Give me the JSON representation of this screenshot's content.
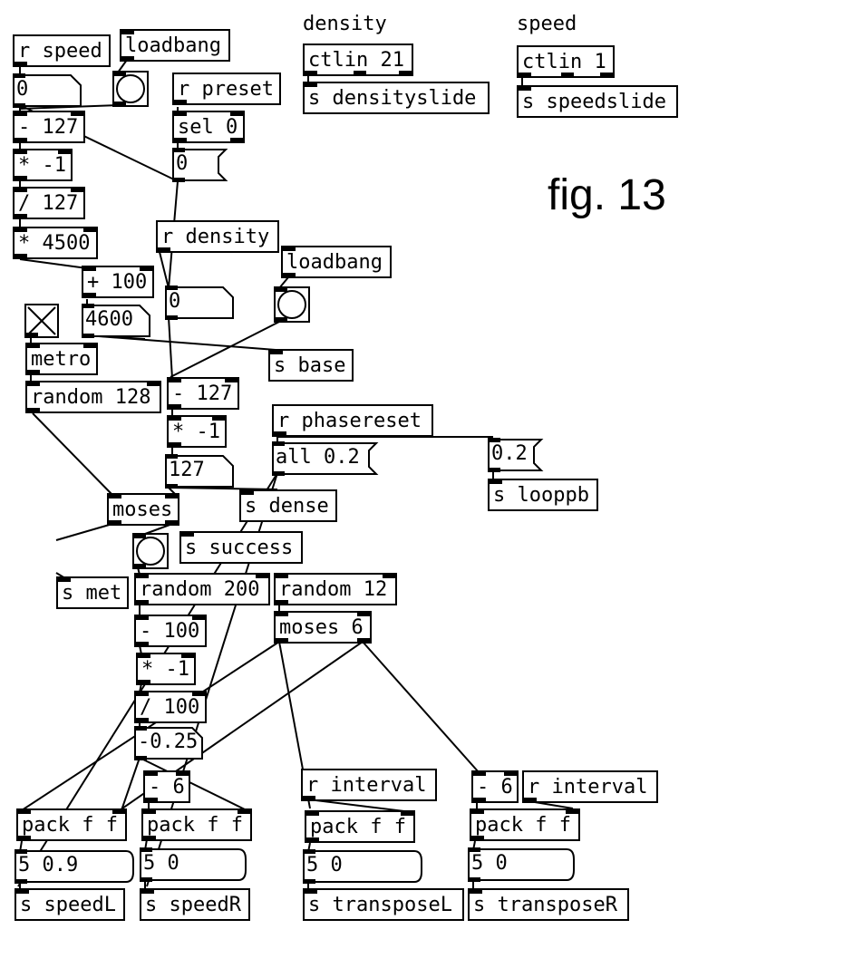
{
  "figure_label": "fig. 13",
  "comments": {
    "density": "density",
    "speed": "speed"
  },
  "objects": {
    "r_speed": "r speed",
    "loadbang1": "loadbang",
    "r_preset": "r preset",
    "sel0": "sel 0",
    "minus127a": "- 127",
    "times_neg1a": "* -1",
    "div127": "/ 127",
    "times4500": "* 4500",
    "r_density": "r density",
    "loadbang2": "loadbang",
    "plus100": "+ 100",
    "metro": "metro",
    "s_base": "s base",
    "random128": "random 128",
    "minus127b": "- 127",
    "times_neg1b": "* -1",
    "r_phasereset": "r phasereset",
    "s_looppb": "s looppb",
    "moses": "moses",
    "s_dense": "s dense",
    "s_success": "s success",
    "s_met": "s met",
    "random200": "random 200",
    "random12": "random 12",
    "minus100": "- 100",
    "moses6": "moses 6",
    "times_neg1c": "* -1",
    "div100": "/ 100",
    "minus6a": "- 6",
    "r_interval1": "r interval",
    "minus6b": "- 6",
    "r_interval2": "r interval",
    "pack1": "pack f f",
    "pack2": "pack f f",
    "pack3": "pack f f",
    "pack4": "pack f f",
    "s_speedL": "s speedL",
    "s_speedR": "s speedR",
    "s_transposeL": "s transposeL",
    "s_transposeR": "s transposeR",
    "ctlin21": "ctlin 21",
    "s_densityslide": "s densityslide",
    "ctlin1": "ctlin 1",
    "s_speedslide": "s speedslide"
  },
  "numbers": {
    "n_speed": "0",
    "n_base": "4600",
    "n_density": "0",
    "n_dense": "127",
    "n_offset": "-0.25"
  },
  "messages": {
    "m_preset": "0",
    "m_phase": "all 0.2",
    "m_looppb": "0.2",
    "m_5_09": "5 0.9",
    "m_5_0a": "5 0",
    "m_5_0b": "5 0",
    "m_5_0c": "5 0"
  }
}
